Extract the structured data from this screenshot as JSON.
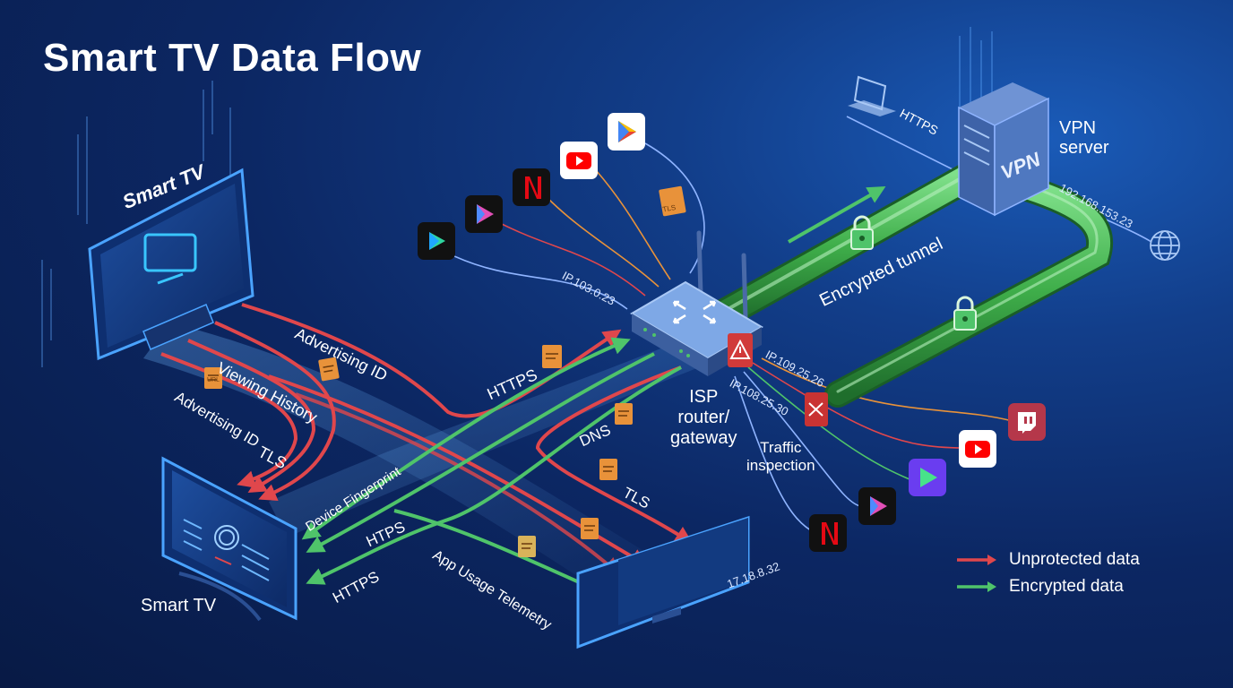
{
  "title": "Smart TV Data Flow",
  "colors": {
    "unprotected": "#e0474c",
    "encrypted": "#4fc46a",
    "tunnel": "#3fae4a",
    "background": "#0c2763",
    "cable": "#8fb4ff",
    "accent_orange": "#e8923a"
  },
  "nodes": {
    "smart_tv_top": "Smart TV",
    "smart_tv_bottom": "Smart TV",
    "router": "ISP\nrouter/\ngateway",
    "vpn_box": "VPN",
    "vpn_server": "VPN\nserver",
    "traffic_inspection": "Traffic\ninspection"
  },
  "labels": {
    "advertising_id_1": "Advertising ID",
    "viewing_history": "Viewing History",
    "advertising_id_2": "Advertising ID",
    "tls_1": "TLS",
    "device_fingerprint": "Device Fingerprint",
    "htps": "HTPS",
    "https_1": "HTTPS",
    "https_2": "HTTPS",
    "https_laptop": "HTTPS",
    "app_usage": "App Usage Telemetry",
    "dns": "DNS",
    "tls_2": "TLS",
    "encrypted_tunnel": "Encrypted tunnel",
    "doc_tls": "TLS",
    "doc_url": "URL"
  },
  "ips": {
    "ip1": "IP.103.0.23",
    "ip2": "IP.109.25.26",
    "ip3": "IP.108.25.30",
    "ip4": "192.168.153.23",
    "ip5": "17.18.8.32"
  },
  "apps_top": [
    "play-store-icon",
    "youtube-icon",
    "netflix-icon",
    "video-app-icon",
    "play-app-icon"
  ],
  "apps_right": [
    "twitch-icon",
    "youtube-icon",
    "media-player-icon",
    "play-app-icon",
    "netflix-icon"
  ],
  "legend": [
    {
      "label": "Unprotected data",
      "color": "#e0474c"
    },
    {
      "label": "Encrypted data",
      "color": "#4fc46a"
    }
  ]
}
